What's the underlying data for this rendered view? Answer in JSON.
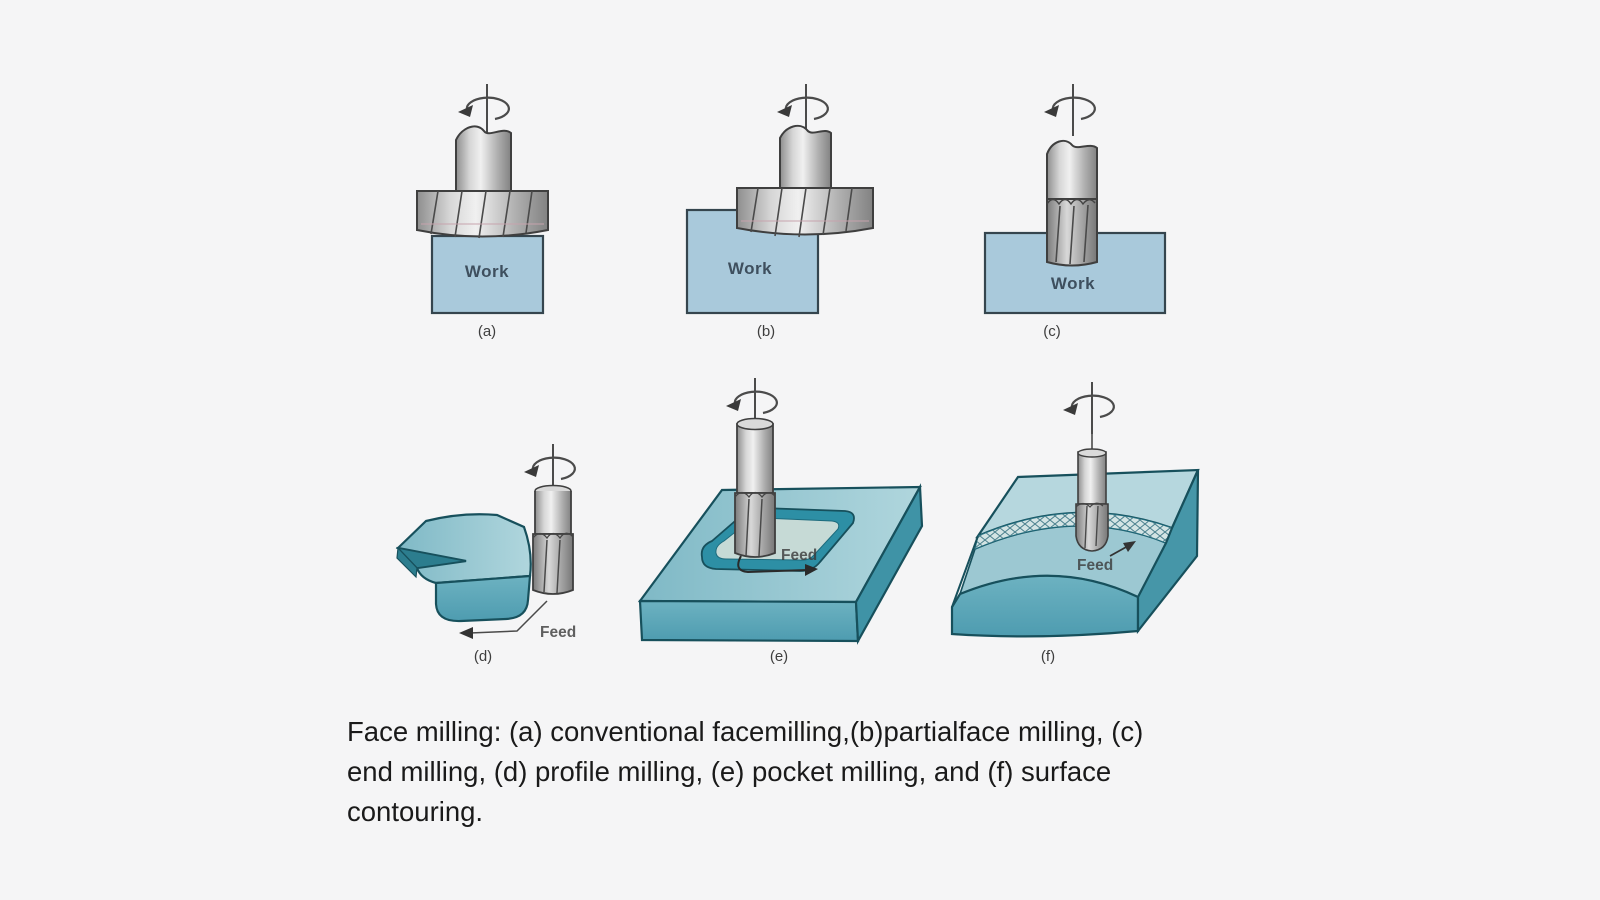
{
  "page": {
    "background": "#f5f5f6",
    "description": "Figure showing six face milling operations"
  },
  "figures": {
    "a": {
      "label": "(a)",
      "work": "Work",
      "operation": "conventional face milling"
    },
    "b": {
      "label": "(b)",
      "work": "Work",
      "operation": "partial face milling"
    },
    "c": {
      "label": "(c)",
      "work": "Work",
      "operation": "end milling"
    },
    "d": {
      "label": "(d)",
      "feed": "Feed",
      "operation": "profile milling"
    },
    "e": {
      "label": "(e)",
      "feed": "Feed",
      "operation": "pocket milling"
    },
    "f": {
      "label": "(f)",
      "feed": "Feed",
      "operation": "surface contouring"
    }
  },
  "icons": {
    "rotation_arrow": "spindle-rotation-arrow",
    "feed_arrow": "feed-direction-arrow"
  },
  "caption": {
    "lines": [
      "Face milling: (a) conventional facemilling,(b)partialface milling, (c)",
      "end milling, (d) profile milling, (e) pocket milling, and (f) surface",
      "contouring."
    ]
  },
  "colors": {
    "work_block_fill": "#a9c9db",
    "work_outline": "#35454e",
    "teal_top": "#93c5d0",
    "teal_front": "#58a3b5",
    "teal_side": "#3f93a6",
    "teal_outline": "#17505c",
    "pocket_ring": "#2d8fa5",
    "pocket_floor": "#c6dad6",
    "cutter_light": "#efefef",
    "cutter_dark": "#828282",
    "caption_text": "#1a1a1a"
  }
}
